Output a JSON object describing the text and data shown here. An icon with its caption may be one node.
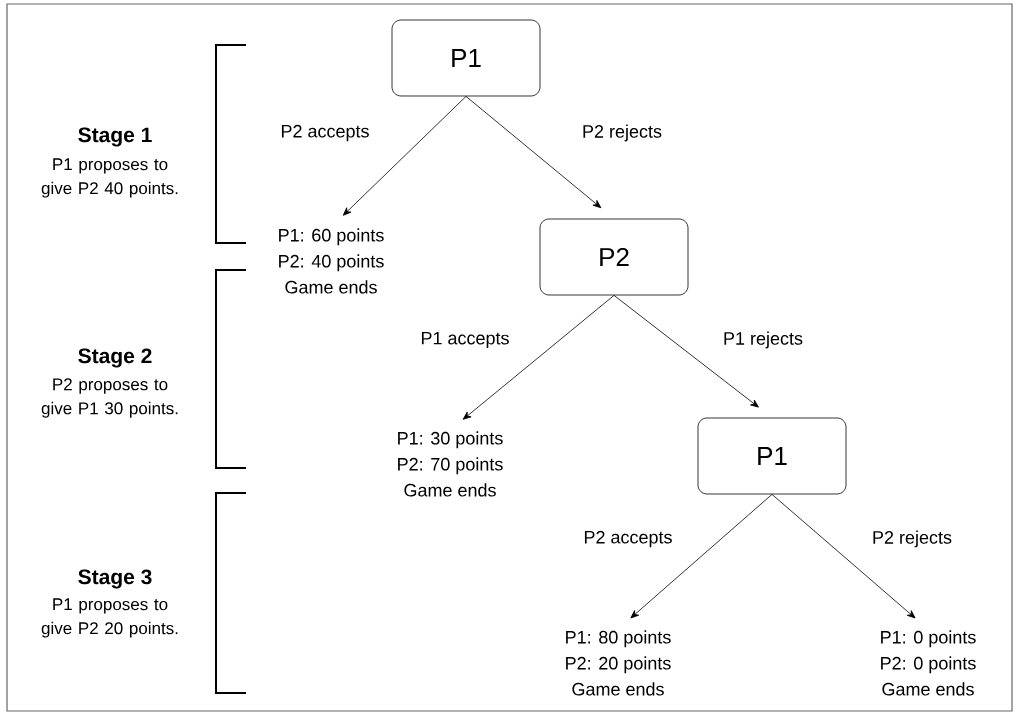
{
  "diagram": {
    "nodes": [
      {
        "text": [
          "P1"
        ]
      },
      {
        "text": [
          "P1: 60 points",
          "P2: 40 points",
          "Game ends"
        ]
      },
      {
        "text": [
          "P2"
        ]
      },
      {
        "text": [
          "P1: 30 points",
          "P2: 70 points",
          "Game ends"
        ]
      },
      {
        "text": [
          "P1"
        ]
      },
      {
        "text": [
          "P1: 80 points",
          "P2: 20 points",
          "Game ends"
        ]
      },
      {
        "text": [
          "P1: 0 points",
          "P2: 0 points",
          "Game ends"
        ]
      }
    ],
    "edges": [
      {
        "from": 0,
        "to": 1,
        "arrow": "to",
        "label": "P2 accepts"
      },
      {
        "from": 0,
        "to": 2,
        "arrow": "to",
        "label": "P2 rejects"
      },
      {
        "from": 2,
        "to": 3,
        "arrow": "to",
        "label": "P1 accepts"
      },
      {
        "from": 2,
        "to": 4,
        "arrow": "to",
        "label": "P1 rejects"
      },
      {
        "from": 4,
        "to": 5,
        "arrow": "to",
        "label": "P2 accepts"
      },
      {
        "from": 4,
        "to": 6,
        "arrow": "to",
        "label": "P2 rejects"
      }
    ],
    "labels": [
      "Stage 1",
      "P1 proposes to give P2 40 points.",
      "Stage 2",
      "P2 proposes to give P1 30 points.",
      "Stage 3",
      "P1 proposes to give P2 20 points."
    ]
  }
}
